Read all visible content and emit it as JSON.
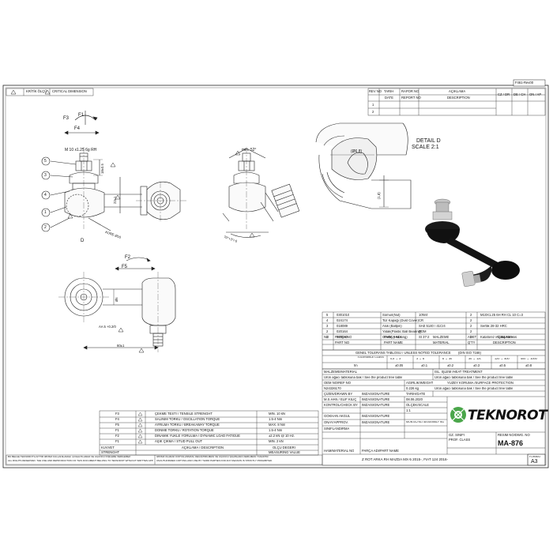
{
  "sheet": {
    "form_code": "F461-Rev00",
    "sheet_size": "A3",
    "format_label": "FORMAT"
  },
  "legend": {
    "critical_label": "KRİTİK ÖLÇÜ",
    "critical_dimension": "CRITICAL DIMENSION"
  },
  "revision_table": {
    "headers": [
      "REV NO",
      "TARİH",
      "RAPOR NO",
      "AÇIKLAMA",
      "CZ / DR",
      "DE / CH",
      "ON / AP"
    ],
    "subheaders": [
      "DATE",
      "REPORT NO",
      "DESCRIPTION"
    ],
    "rows": [
      "1",
      "2"
    ]
  },
  "drawing": {
    "force_labels": {
      "f1": "F1",
      "f2": "F2",
      "f3": "F3",
      "f4": "F4",
      "f5": "F5"
    },
    "balloons": [
      "5",
      "3",
      "4",
      "1",
      "2"
    ],
    "thread_callout": "M 10 x1.25 6g RH",
    "dim_18": "18±0.5",
    "dim_22": "22±1",
    "kure": "KÜRE Ø16",
    "view_d": "D",
    "detail_title": "DETAIL D",
    "detail_scale": "SCALE 2:1",
    "dim_tip": "(Ø6,8)",
    "dim_18b": "(1,8)",
    "angle_52": "min. 52°",
    "angle_70": "70°+3°/-0",
    "dim_6": "Ø6",
    "dim_aa": "AA 5 +0.2/0",
    "dim_60": "60±1"
  },
  "parts": {
    "rows": [
      {
        "pos": "5",
        "code": "0301010",
        "name": "Somun(Nut)",
        "qty_spec": "10Nr4",
        "n": "2",
        "desc": "M10X1.25 6H RH CL 10 C=3"
      },
      {
        "pos": "4",
        "code": "024174",
        "name": "Toz Kapağı (Dust Cover)",
        "qty_spec": "CR",
        "n": "2",
        "desc": ""
      },
      {
        "pos": "3",
        "code": "018089",
        "name": "Asık (Ballpin)",
        "qty_spec": "SAE 5140 / 41Cr4",
        "n": "2",
        "desc": "Sertlik 28-32 HRC"
      },
      {
        "pos": "2",
        "code": "020164",
        "name": "Yatak(Plastic Ball Bearing)",
        "qty_spec": "POM",
        "n": "2",
        "desc": ""
      },
      {
        "pos": "1",
        "code": "010080",
        "name": "Gövde (Housing)",
        "qty_spec": "St 37-2",
        "n": "1",
        "desc": "Kataforez / Cataphoresis"
      }
    ],
    "header_tr": [
      "NO",
      "PARÇA NO",
      "PARÇA ADI",
      "MALZEME",
      "ADET",
      "AÇIKLAMA"
    ],
    "header_en": [
      "",
      "PART NO",
      "PART NAME",
      "MATERIAL",
      "Q'TY",
      "DESCRIPTION"
    ]
  },
  "tolerance": {
    "title": "GENEL TOLERANS TABLOSU / UNLESS NOTED TOLERANCE",
    "standard": "(DIN ISO 7168)",
    "range_label": "TOLERANCE CLASS",
    "ranges": [
      "0,5 → 3",
      "3 → 6",
      "6 → 30",
      "30 → 120",
      "120 → 400",
      "400 → 1000"
    ],
    "class": "fm",
    "values": [
      "±0.05",
      "±0.1",
      "±0.2",
      "±0.3",
      "±0.5",
      "±0.8"
    ]
  },
  "title_block": {
    "material_label": "MALZEME/MATERIAL",
    "material_value": "Ürün ağacı tablosuna bak / See the product tree table",
    "heat_label": "ISL. İŞLEM /HEAT TREATMENT",
    "heat_value": "Ürün ağacı tablosuna bak / See the product tree table",
    "oem_label": "OEM NO/REF NO",
    "oem_value": "N24326170",
    "weight_label": "AĞIRLIK/WEIGHT",
    "weight_value": "0.226 kg",
    "surface_label": "YÜZEY KORUMA /SURFACE PROTECTION",
    "surface_value": "Ürün ağacı tablosuna bak / See the product tree table",
    "drawn_label": "ÇİZEN/DRAWN BY",
    "sign_label": "İMZA/SIGNATURE",
    "date_label": "TARİH/DATE",
    "drawn_name": "M.S.HAN / ELİF KILIÇ",
    "date_value": "08.06.2020",
    "checked_label": "KONTROL/CHECK BY",
    "scale_label": "ÖLÇEK/SCALE",
    "scale_value": "1:1",
    "approved_name": "GÖKHAN AKGÜL",
    "approved_label": "ONAY/APPROV.",
    "montaj_label": "MONTAJ NO /ASSEMBLY NO",
    "class_label": "SINIFLANDIRMA",
    "gz_label": "GZ. SINIFI",
    "prof_label": "PROF. CLASS",
    "drawing_no_label": "RESİM NO/DWG. NO",
    "drawing_no": "MA-876",
    "part_name_label": "HAM/MATERIAL NO",
    "part_label": "PARÇA ADI/PART NAME",
    "part_name": "Z ROT ARKA RH MAZDA MX-5 2015-, FIAT 124 2016-"
  },
  "brand": {
    "name": "TEKNOROT"
  },
  "test_table": {
    "rows": [
      {
        "code": "F3",
        "desc": "ÇEKME TESTİ / TENSILE STRENGHT",
        "value": "MIN. 10 kN"
      },
      {
        "code": "F4",
        "desc": "SALINIM TORKU / OSCILLATION TORQUE",
        "value": "1.5-4 Nm"
      },
      {
        "code": "F5",
        "desc": "AYRILMA TORKU / BREAKAWAY TORQUE",
        "value": "MAX. 8 Nm"
      },
      {
        "code": "F1",
        "desc": "DÖNME TORKU / ROTATION TORQUE",
        "value": "1.5-4 Nm"
      },
      {
        "code": "F2",
        "desc": "DİNAMİK YUKLE YORULMA / DYNAMIC LOAD FATIGUE",
        "value": "±2.2 kN @ 10 Hz."
      },
      {
        "code": "F1",
        "desc": "AŞIK ÇIKMA / STUD PULL OUT",
        "value": "MIN. 2 kN"
      }
    ],
    "footer_left": "KUVVET",
    "footer_left_en": "STRENGHT",
    "footer_mid": "AÇIKLAMA / DESCRIPTION",
    "footer_right": "ÖLÇÜ DEĞERİ",
    "footer_right_en": "MEASURING VALUE"
  },
  "notices": {
    "left_tr": "BU BELGE TEKNOROT'A AİTTİR İZİNSİZ KULLANILAMAZ, ÇOĞALTILAMAZ VE ÜÇÜNCÜ KİŞİLERE VERİLEMEZ.",
    "left_en": "ALL RIGHTS RESERVED. THE USE AND REPRODUCTION OF THIS DOCUMENT BELONG TO TEKNOROT WITHOUT WRITTEN APPROVAL.",
    "right_tr": "İZİNSİZ OLARAK KOPYALANMASI, DEĞİŞTİRİLMESİ VE ÜÇÜNCÜ ŞAHISLARA VERİLMESİ YASAKTIR.",
    "right_en": "UNAUTHORIZED COPYING AND USE BY THIRD PARTIES FOR ANY REASON IS STRICTLY PROHIBITED."
  }
}
